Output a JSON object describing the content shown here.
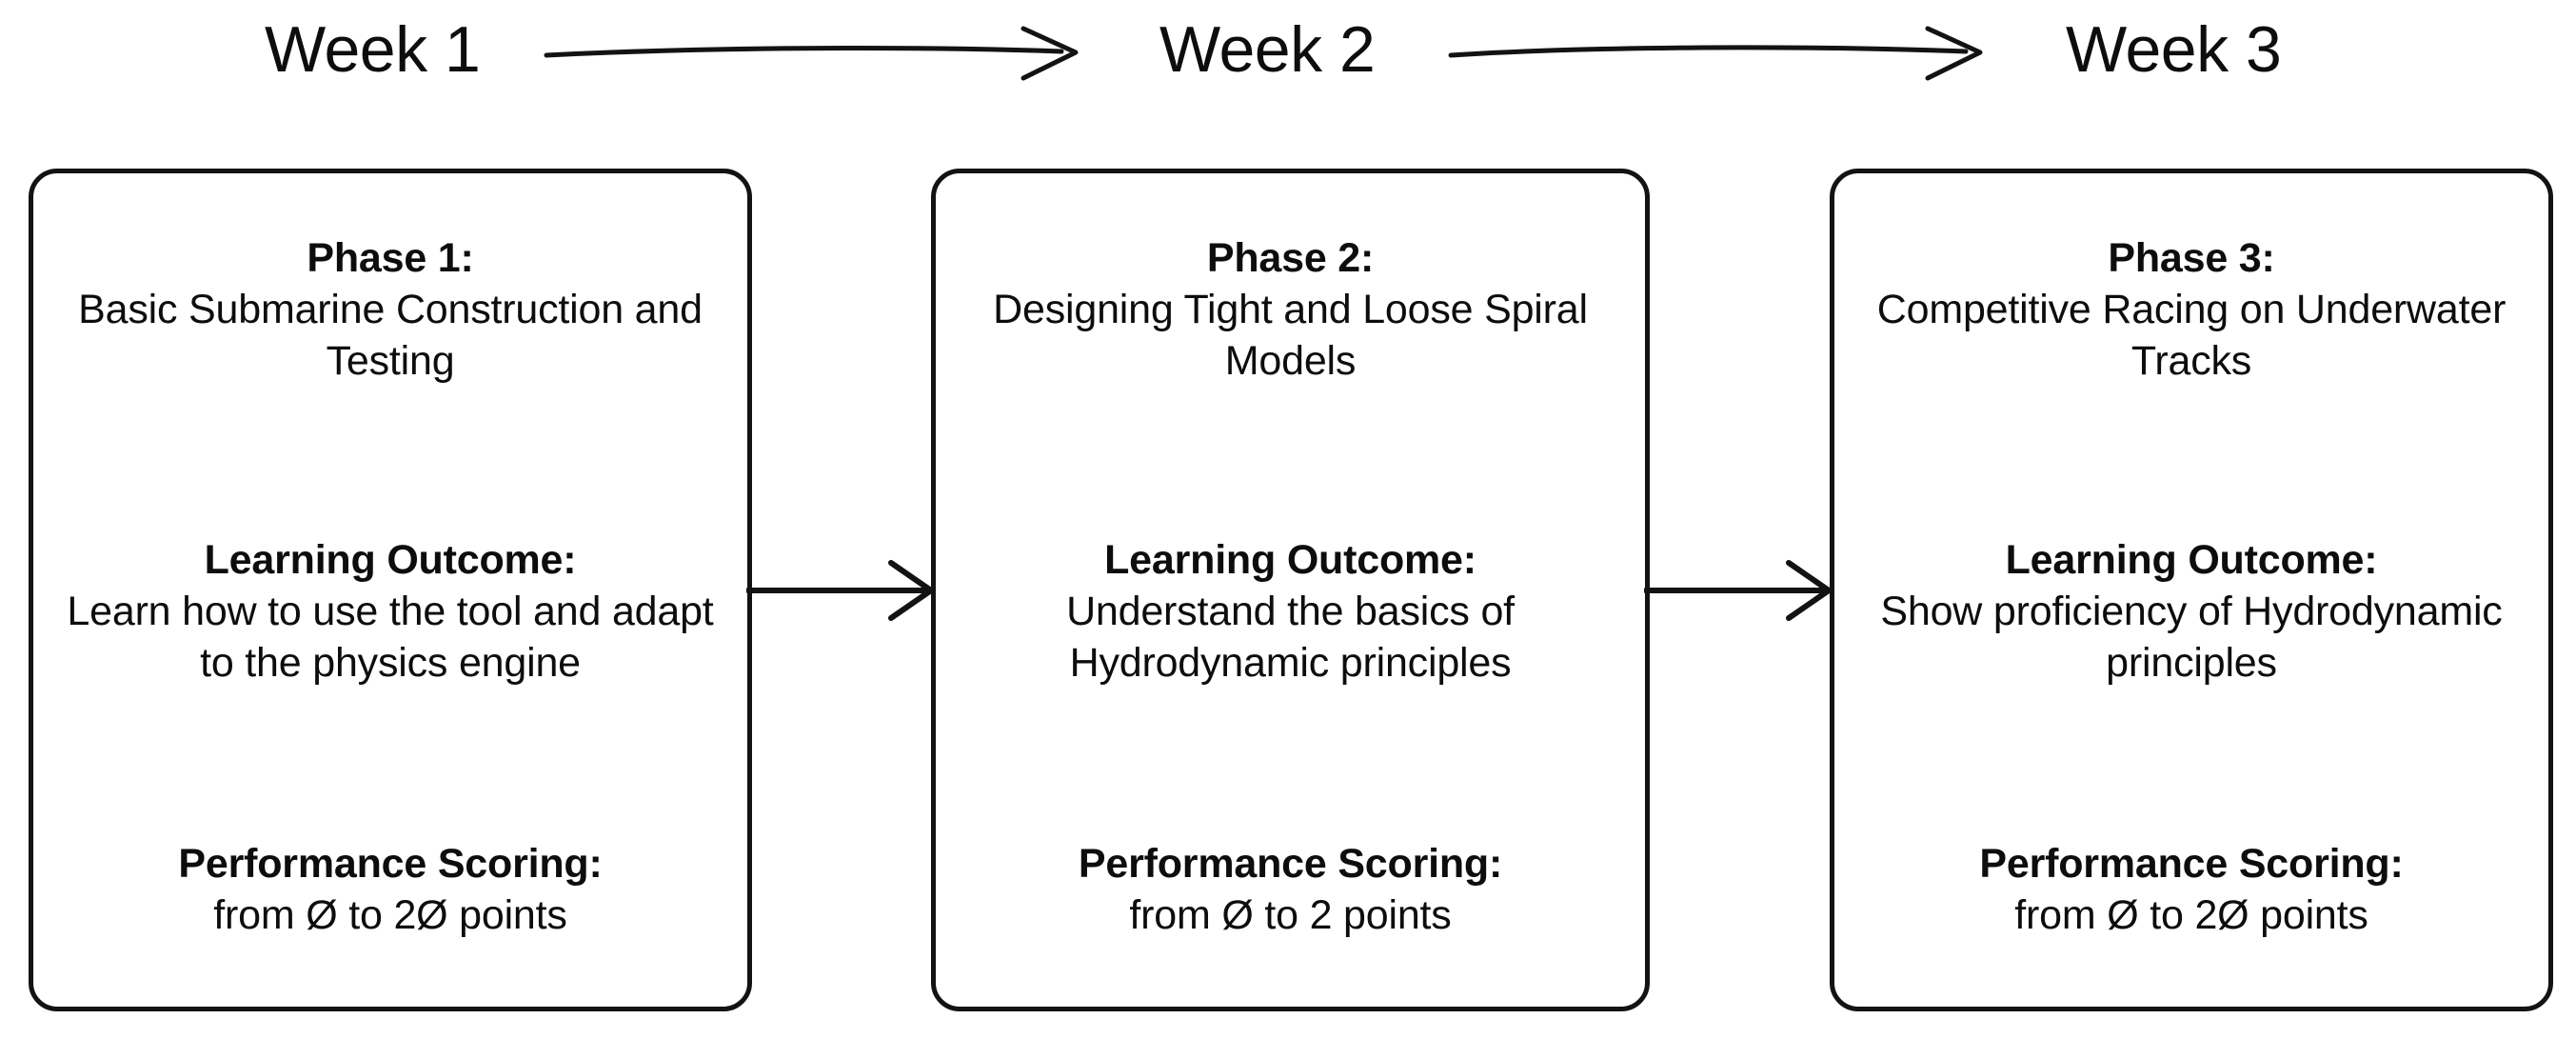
{
  "diagram": {
    "type": "three-phase-timeline-flowchart",
    "timeline": {
      "weeks": [
        {
          "label": "Week 1"
        },
        {
          "label": "Week 2"
        },
        {
          "label": "Week 3"
        }
      ],
      "arrows": [
        {
          "from": "Week 1",
          "to": "Week 2",
          "style": "hand-drawn-open-arrow"
        },
        {
          "from": "Week 2",
          "to": "Week 3",
          "style": "hand-drawn-open-arrow"
        }
      ]
    },
    "phases": [
      {
        "header_title": "Phase 1:",
        "header_body": "Basic Submarine Construction and Testing",
        "outcome_title": "Learning Outcome:",
        "outcome_body": "Learn how to use the tool and adapt to the physics engine",
        "scoring_title": "Performance Scoring:",
        "scoring_body": "from Ø to 2Ø points"
      },
      {
        "header_title": "Phase 2:",
        "header_body": "Designing Tight and Loose Spiral Models",
        "outcome_title": "Learning Outcome:",
        "outcome_body": "Understand the basics of Hydrodynamic principles",
        "scoring_title": "Performance Scoring:",
        "scoring_body": "from Ø to 2 points"
      },
      {
        "header_title": "Phase 3:",
        "header_body": "Competitive Racing on Underwater Tracks",
        "outcome_title": "Learning Outcome:",
        "outcome_body": "Show proficiency of Hydrodynamic principles",
        "scoring_title": "Performance Scoring:",
        "scoring_body": "from Ø to 2Ø points"
      }
    ],
    "connectors": [
      {
        "from": "Phase 1",
        "to": "Phase 2",
        "style": "open-arrow"
      },
      {
        "from": "Phase 2",
        "to": "Phase 3",
        "style": "open-arrow"
      }
    ],
    "colors": {
      "background": "#ffffff",
      "stroke": "#131313",
      "text": "#0d0d0d"
    }
  }
}
